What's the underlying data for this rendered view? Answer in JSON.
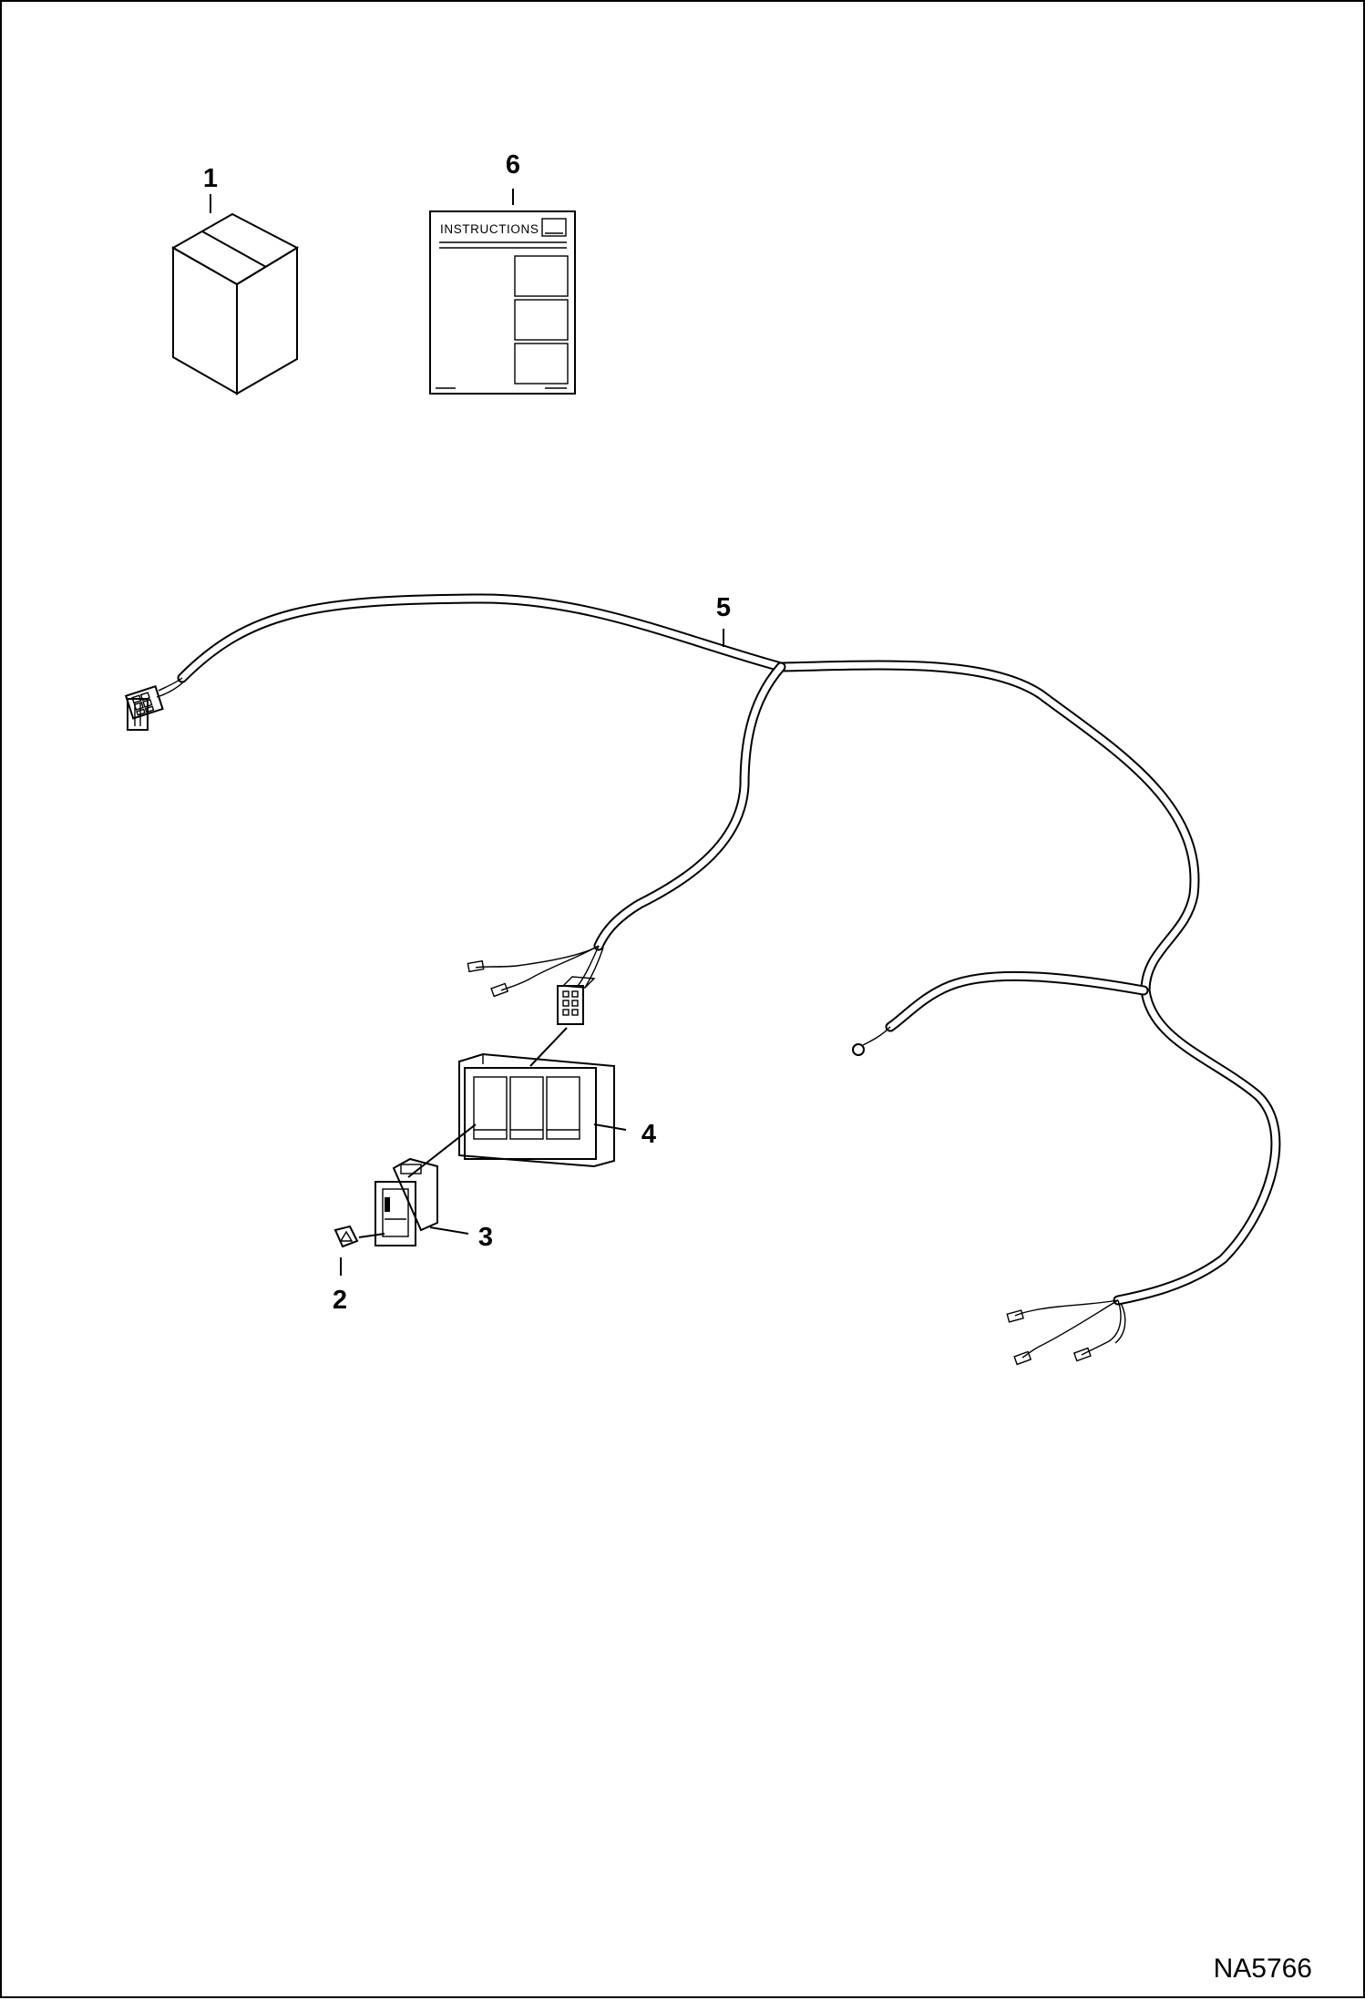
{
  "callouts": {
    "item1": "1",
    "item2": "2",
    "item3": "3",
    "item4": "4",
    "item5": "5",
    "item6": "6"
  },
  "instructions_sheet": {
    "heading": "INSTRUCTIONS"
  },
  "drawing_number": "NA5766",
  "colors": {
    "line": "#000000",
    "background": "#ffffff"
  }
}
